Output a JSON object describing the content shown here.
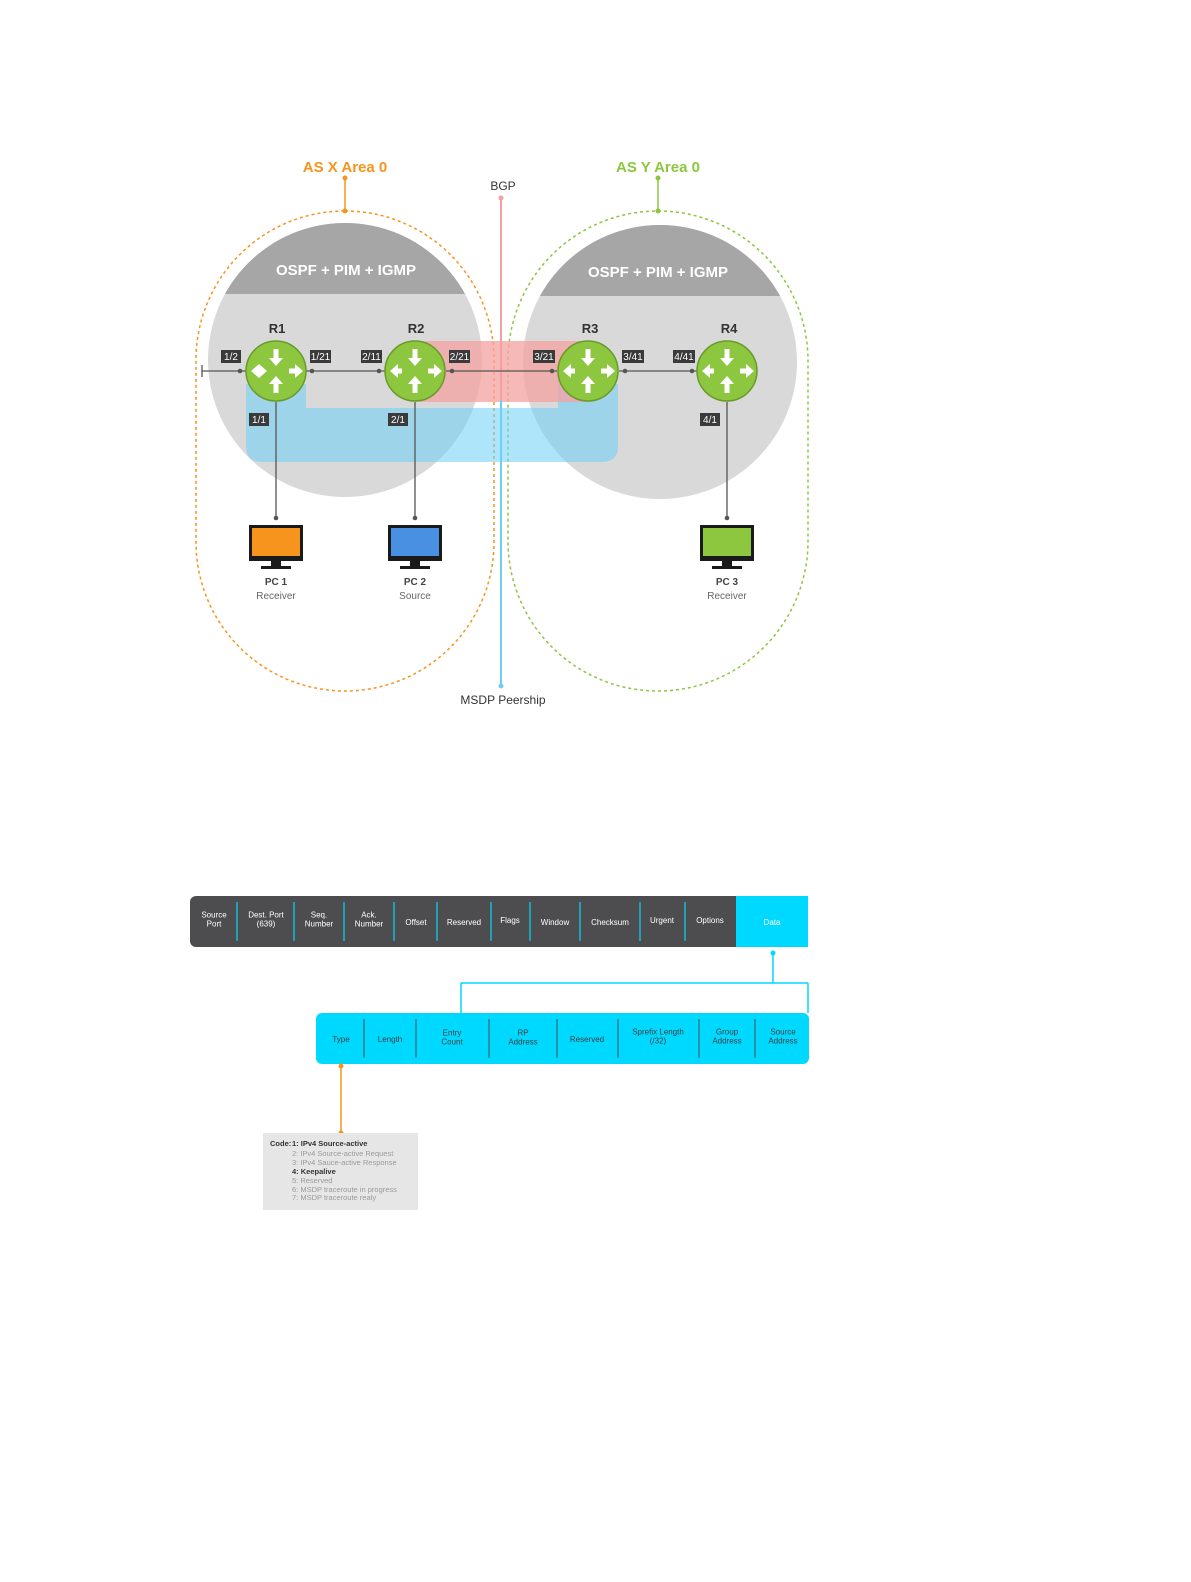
{
  "topology": {
    "as_x_label": "AS X Area 0",
    "as_y_label": "AS Y Area 0",
    "bgp_label": "BGP",
    "msdp_label": "MSDP Peership",
    "protocol_left": "OSPF + PIM + IGMP",
    "protocol_right": "OSPF + PIM + IGMP",
    "routers": [
      {
        "name": "R1"
      },
      {
        "name": "R2"
      },
      {
        "name": "R3"
      },
      {
        "name": "R4"
      }
    ],
    "ports": [
      "1/2",
      "1/21",
      "2/11",
      "2/21",
      "3/21",
      "3/41",
      "4/41",
      "1/1",
      "2/1",
      "4/1"
    ],
    "pcs": [
      {
        "name": "PC 1",
        "role": "Receiver",
        "color": "#f7941d"
      },
      {
        "name": "PC 2",
        "role": "Source",
        "color": "#4a90e2"
      },
      {
        "name": "PC 3",
        "role": "Receiver",
        "color": "#8dc63f"
      }
    ],
    "colors": {
      "as_x": "#f7941d",
      "as_y": "#8dc63f",
      "router": "#8dc63f",
      "bgp": "#f4a0a0",
      "msdp": "#6ecff6",
      "cloud": "#d9d9d9",
      "cloud_band": "#a6a6a6"
    }
  },
  "packet": {
    "tcp_fields": [
      "Source Port",
      "Dest. Port (639)",
      "Seq. Number",
      "Ack. Number",
      "Offset",
      "Reserved",
      "Flags",
      "Window",
      "Checksum",
      "Urgent",
      "Options",
      "Data"
    ],
    "msdp_fields": [
      "Type",
      "Length",
      "Entry Count",
      "RP Address",
      "Reserved",
      "Sprefix Length (/32)",
      "Group Address",
      "Source Address"
    ],
    "codes": {
      "prefix": "Code:",
      "items": [
        {
          "text": "1:  IPv4 Source-active",
          "bold": true
        },
        {
          "text": "2:  IPv4 Source-active Request",
          "bold": false
        },
        {
          "text": "3:  IPv4 Sauce-active Response",
          "bold": false
        },
        {
          "text": "4:  Keepalive",
          "bold": true
        },
        {
          "text": "5:  Reserved",
          "bold": false
        },
        {
          "text": "6:  MSDP traceroute in progress",
          "bold": false
        },
        {
          "text": "7:  MSDP traceroute realy",
          "bold": false
        }
      ]
    },
    "colors": {
      "tcp_bar": "#4d4d4f",
      "data_cell": "#00d9ff",
      "msdp_bar": "#00d9ff",
      "code_box": "#e6e6e6",
      "pointer": "#f7941d"
    }
  }
}
